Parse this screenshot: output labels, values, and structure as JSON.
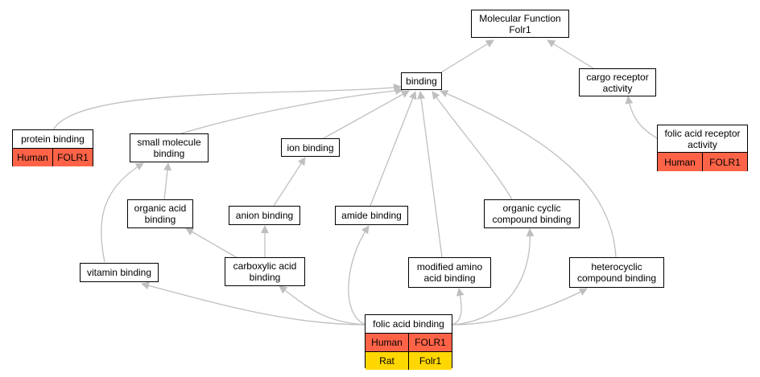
{
  "colors": {
    "human": "#ff6347",
    "rat": "#ffd700",
    "edge": "#bfbfbf"
  },
  "nodes": {
    "mf": "Molecular Function\nFolr1",
    "binding": "binding",
    "cargo": "cargo receptor\nactivity",
    "protein_binding": "protein binding",
    "small_molecule": "small molecule\nbinding",
    "ion_binding": "ion binding",
    "folic_receptor": "folic acid receptor\nactivity",
    "organic_acid": "organic acid\nbinding",
    "anion_binding": "anion binding",
    "amide_binding": "amide binding",
    "organic_cyclic": "organic cyclic\ncompound binding",
    "vitamin_binding": "vitamin binding",
    "carboxylic": "carboxylic acid\nbinding",
    "modified_amino": "modified amino\nacid binding",
    "heterocyclic": "heterocyclic\ncompound binding",
    "folic_binding": "folic acid binding"
  },
  "annotations": {
    "protein_binding": [
      {
        "species": "Human",
        "gene": "FOLR1"
      }
    ],
    "folic_receptor": [
      {
        "species": "Human",
        "gene": "FOLR1"
      }
    ],
    "folic_binding": [
      {
        "species": "Human",
        "gene": "FOLR1"
      },
      {
        "species": "Rat",
        "gene": "Folr1"
      }
    ]
  }
}
